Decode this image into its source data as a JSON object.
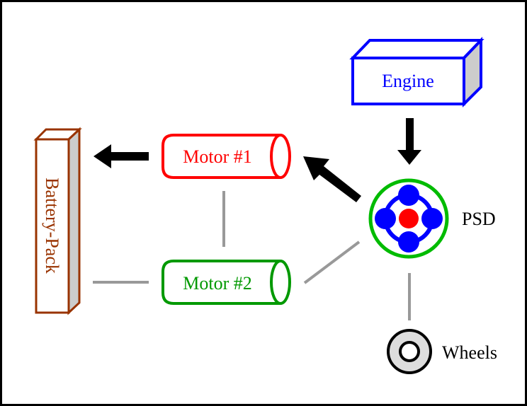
{
  "diagram": {
    "title": "Hybrid powertrain component diagram",
    "components": {
      "engine": {
        "label": "Engine",
        "color": "#0000ff"
      },
      "battery": {
        "label": "Battery-Pack",
        "color": "#993300"
      },
      "motor1": {
        "label": "Motor #1",
        "color": "#ff0000"
      },
      "motor2": {
        "label": "Motor #2",
        "color": "#009900"
      },
      "psd": {
        "label": "PSD",
        "ring_color": "#00bb00",
        "planet_color": "#0000ff",
        "sun_color": "#ff0000"
      },
      "wheels": {
        "label": "Wheels",
        "fill": "#dddddd"
      }
    },
    "connections": [
      {
        "from": "Engine",
        "to": "PSD",
        "type": "power-flow-arrow"
      },
      {
        "from": "PSD",
        "to": "Motor #1",
        "type": "power-flow-arrow"
      },
      {
        "from": "Motor #1",
        "to": "Battery-Pack",
        "type": "power-flow-arrow"
      },
      {
        "from": "Motor #1",
        "to": "Motor #2",
        "type": "link"
      },
      {
        "from": "Battery-Pack",
        "to": "Motor #2",
        "type": "link"
      },
      {
        "from": "Motor #2",
        "to": "PSD",
        "type": "link"
      },
      {
        "from": "PSD",
        "to": "Wheels",
        "type": "link"
      }
    ],
    "colors": {
      "arrow": "#000000",
      "link": "#999999",
      "side_shade": "#cccccc"
    }
  }
}
